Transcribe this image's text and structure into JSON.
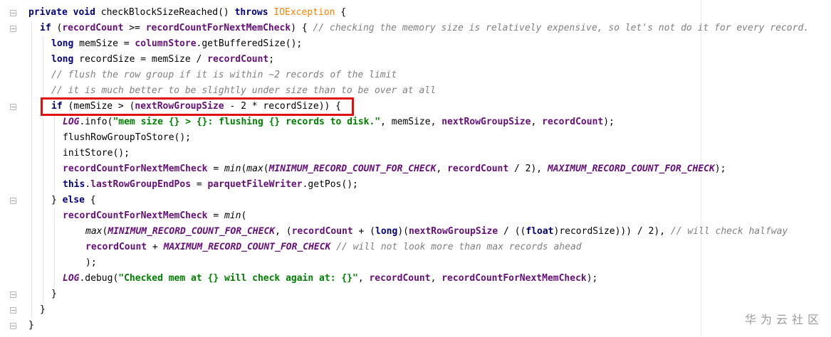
{
  "code_lines": [
    {
      "indent": 0,
      "segments": [
        {
          "t": "private void ",
          "c": "kw"
        },
        {
          "t": "checkBlockSizeReached() ",
          "c": ""
        },
        {
          "t": "throws ",
          "c": "kw"
        },
        {
          "t": "IOException",
          "c": "exc"
        },
        {
          "t": " {",
          "c": ""
        }
      ]
    },
    {
      "indent": 1,
      "segments": [
        {
          "t": "if ",
          "c": "kw"
        },
        {
          "t": "(",
          "c": ""
        },
        {
          "t": "recordCount",
          "c": "field"
        },
        {
          "t": " >= ",
          "c": ""
        },
        {
          "t": "recordCountForNextMemCheck",
          "c": "field"
        },
        {
          "t": ") { ",
          "c": ""
        },
        {
          "t": "// checking the memory size is relatively expensive, so let's not do it for every record.",
          "c": "cmt"
        }
      ]
    },
    {
      "indent": 2,
      "segments": [
        {
          "t": "long ",
          "c": "kw"
        },
        {
          "t": "memSize = ",
          "c": ""
        },
        {
          "t": "columnStore",
          "c": "field"
        },
        {
          "t": ".getBufferedSize();",
          "c": ""
        }
      ]
    },
    {
      "indent": 2,
      "segments": [
        {
          "t": "long ",
          "c": "kw"
        },
        {
          "t": "recordSize = memSize / ",
          "c": ""
        },
        {
          "t": "recordCount",
          "c": "field"
        },
        {
          "t": ";",
          "c": ""
        }
      ]
    },
    {
      "indent": 2,
      "segments": [
        {
          "t": "// flush the row group if it is within ~2 records of the limit",
          "c": "cmt"
        }
      ]
    },
    {
      "indent": 2,
      "segments": [
        {
          "t": "// it is much better to be slightly under size than to be over at all",
          "c": "cmt"
        }
      ]
    },
    {
      "indent": 2,
      "segments": [
        {
          "t": "if ",
          "c": "kw"
        },
        {
          "t": "(memSize > (",
          "c": ""
        },
        {
          "t": "nextRowGroupSize",
          "c": "field"
        },
        {
          "t": " - 2 * recordSize)) {",
          "c": ""
        }
      ]
    },
    {
      "indent": 3,
      "segments": [
        {
          "t": "LOG",
          "c": "const"
        },
        {
          "t": ".info(",
          "c": ""
        },
        {
          "t": "\"mem size {} > {}: flushing {} records to disk.\"",
          "c": "str"
        },
        {
          "t": ", memSize, ",
          "c": ""
        },
        {
          "t": "nextRowGroupSize",
          "c": "field"
        },
        {
          "t": ", ",
          "c": ""
        },
        {
          "t": "recordCount",
          "c": "field"
        },
        {
          "t": ");",
          "c": ""
        }
      ]
    },
    {
      "indent": 3,
      "segments": [
        {
          "t": "flushRowGroupToStore();",
          "c": ""
        }
      ]
    },
    {
      "indent": 3,
      "segments": [
        {
          "t": "initStore();",
          "c": ""
        }
      ]
    },
    {
      "indent": 3,
      "segments": [
        {
          "t": "recordCountForNextMemCheck",
          "c": "field"
        },
        {
          "t": " = ",
          "c": ""
        },
        {
          "t": "min",
          "c": "static-call"
        },
        {
          "t": "(",
          "c": ""
        },
        {
          "t": "max",
          "c": "static-call"
        },
        {
          "t": "(",
          "c": ""
        },
        {
          "t": "MINIMUM_RECORD_COUNT_FOR_CHECK",
          "c": "const"
        },
        {
          "t": ", ",
          "c": ""
        },
        {
          "t": "recordCount",
          "c": "field"
        },
        {
          "t": " / 2), ",
          "c": ""
        },
        {
          "t": "MAXIMUM_RECORD_COUNT_FOR_CHECK",
          "c": "const"
        },
        {
          "t": ");",
          "c": ""
        }
      ]
    },
    {
      "indent": 3,
      "segments": [
        {
          "t": "this",
          "c": "kw"
        },
        {
          "t": ".",
          "c": ""
        },
        {
          "t": "lastRowGroupEndPos",
          "c": "field"
        },
        {
          "t": " = ",
          "c": ""
        },
        {
          "t": "parquetFileWriter",
          "c": "field"
        },
        {
          "t": ".getPos();",
          "c": ""
        }
      ]
    },
    {
      "indent": 2,
      "segments": [
        {
          "t": "} ",
          "c": ""
        },
        {
          "t": "else ",
          "c": "kw"
        },
        {
          "t": "{",
          "c": ""
        }
      ]
    },
    {
      "indent": 3,
      "segments": [
        {
          "t": "recordCountForNextMemCheck",
          "c": "field"
        },
        {
          "t": " = ",
          "c": ""
        },
        {
          "t": "min",
          "c": "static-call"
        },
        {
          "t": "(",
          "c": ""
        }
      ]
    },
    {
      "indent": 5,
      "segments": [
        {
          "t": "max",
          "c": "static-call"
        },
        {
          "t": "(",
          "c": ""
        },
        {
          "t": "MINIMUM_RECORD_COUNT_FOR_CHECK",
          "c": "const"
        },
        {
          "t": ", (",
          "c": ""
        },
        {
          "t": "recordCount",
          "c": "field"
        },
        {
          "t": " + (",
          "c": ""
        },
        {
          "t": "long",
          "c": "kw"
        },
        {
          "t": ")(",
          "c": ""
        },
        {
          "t": "nextRowGroupSize",
          "c": "field"
        },
        {
          "t": " / ((",
          "c": ""
        },
        {
          "t": "float",
          "c": "kw"
        },
        {
          "t": ")recordSize))) / 2), ",
          "c": ""
        },
        {
          "t": "// will check halfway",
          "c": "cmt"
        }
      ]
    },
    {
      "indent": 5,
      "segments": [
        {
          "t": "recordCount",
          "c": "field"
        },
        {
          "t": " + ",
          "c": ""
        },
        {
          "t": "MAXIMUM_RECORD_COUNT_FOR_CHECK",
          "c": "const"
        },
        {
          "t": " ",
          "c": ""
        },
        {
          "t": "// will not look more than max records ahead",
          "c": "cmt"
        }
      ]
    },
    {
      "indent": 5,
      "segments": [
        {
          "t": ");",
          "c": ""
        }
      ]
    },
    {
      "indent": 3,
      "segments": [
        {
          "t": "LOG",
          "c": "const"
        },
        {
          "t": ".debug(",
          "c": ""
        },
        {
          "t": "\"Checked mem at {} will check again at: {}\"",
          "c": "str"
        },
        {
          "t": ", ",
          "c": ""
        },
        {
          "t": "recordCount",
          "c": "field"
        },
        {
          "t": ", ",
          "c": ""
        },
        {
          "t": "recordCountForNextMemCheck",
          "c": "field"
        },
        {
          "t": ");",
          "c": ""
        }
      ]
    },
    {
      "indent": 2,
      "segments": [
        {
          "t": "}",
          "c": ""
        }
      ]
    },
    {
      "indent": 1,
      "segments": [
        {
          "t": "}",
          "c": ""
        }
      ]
    },
    {
      "indent": 0,
      "segments": [
        {
          "t": "}",
          "c": ""
        }
      ]
    }
  ],
  "watermark": "华为云社区"
}
